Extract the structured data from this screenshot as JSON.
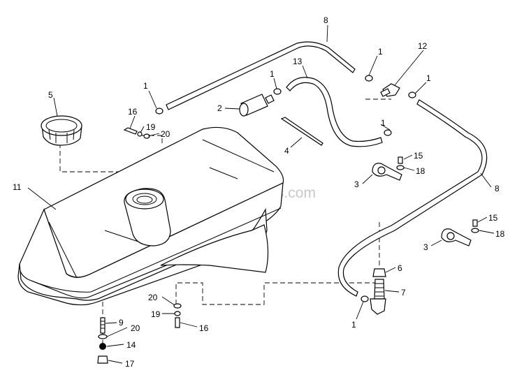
{
  "watermark": "eReplacementParts.com",
  "callouts": {
    "c8a": "8",
    "c1a": "1",
    "c12": "12",
    "c1b": "1",
    "c13": "13",
    "c1c": "1",
    "c1d": "1",
    "c5": "5",
    "c2": "2",
    "c1e": "1",
    "c16a": "16",
    "c19a": "19",
    "c20a": "20",
    "c4": "4",
    "c15a": "15",
    "c18a": "18",
    "c11": "11",
    "c3a": "3",
    "c8b": "8",
    "c15b": "15",
    "c18b": "18",
    "c3b": "3",
    "c6": "6",
    "c7": "7",
    "c1f": "1",
    "c20b": "20",
    "c19b": "19",
    "c16b": "16",
    "c9": "9",
    "c20c": "20",
    "c14": "14",
    "c17": "17"
  }
}
